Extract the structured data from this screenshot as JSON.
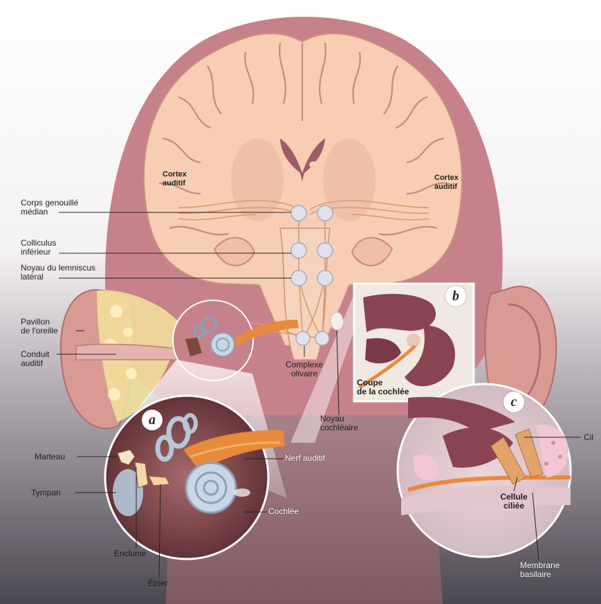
{
  "labels": {
    "cortex_left": "Cortex\nauditif",
    "cortex_right": "Cortex\nauditif",
    "corps_genouille": "Corps genouillé\nmédian",
    "colliculus": "Colliculus\ninférieur",
    "noyau_lemniscus": "Noyau du lemniscus\nlatéral",
    "pavillon": "Pavillon\nde l'oreille",
    "conduit": "Conduit\nauditif",
    "complexe_olivaire": "Complexe\nolivaire",
    "noyau_cochleaire": "Noyau\ncochléaire",
    "coupe": "Coupe\nde la cochlée",
    "marteau": "Marteau",
    "tympan": "Tympan",
    "enclume": "Enclume",
    "etrier": "Étrier",
    "nerf_auditif": "Nerf auditif",
    "cochlee": "Cochlée",
    "cil": "Cil",
    "cellule_ciliee": "Cellule\nciliée",
    "membrane_basilaire": "Membrane\nbasilaire"
  },
  "insets": {
    "a": "a",
    "b": "b",
    "c": "c"
  },
  "colors": {
    "head_skin": "#c7818a",
    "brain_tissue": "#f7cdb3",
    "deep_structure": "#eec0a8",
    "ventricle": "#9e5b6a",
    "auditory_pathway": "#dca17a",
    "nerve": "#e98a3a",
    "cochlea": "#c9d6e6",
    "background_dark": "#5f5a63"
  }
}
